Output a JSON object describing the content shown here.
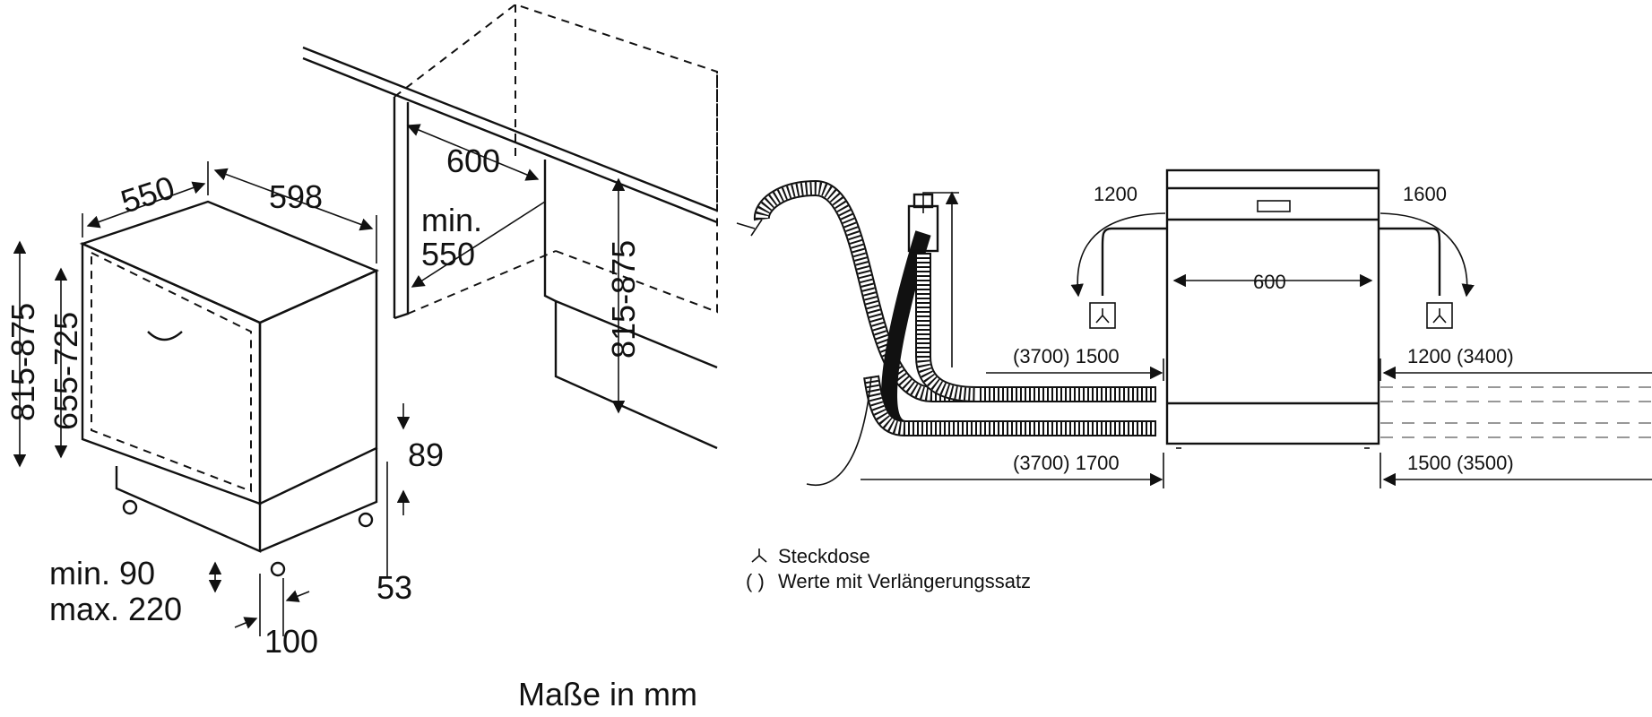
{
  "left": {
    "dims": {
      "depth": "550",
      "width": "598",
      "niche_width": "600",
      "niche_depth_line1": "min.",
      "niche_depth_line2": "550",
      "niche_height": "815-875",
      "height_outer": "815-875",
      "height_inner": "655-725",
      "plinth_height": "89",
      "plinth_offset": "53",
      "toe_line1": "min. 90",
      "toe_line2": "max. 220",
      "toe_depth": "100"
    },
    "caption": "Maße in mm"
  },
  "right": {
    "dims": {
      "left_cable": "1200",
      "right_cable": "1600",
      "width": "600",
      "hose_left_upper": "(3700) 1500",
      "hose_right_upper": "1200 (3400)",
      "hose_left_lower": "(3700) 1700",
      "hose_right_lower": "1500 (3500)"
    },
    "legend": {
      "socket_symbol": "⼈",
      "socket_label": "Steckdose",
      "paren_symbol": "( )",
      "paren_label": "Werte mit Verlängerungssatz"
    }
  }
}
